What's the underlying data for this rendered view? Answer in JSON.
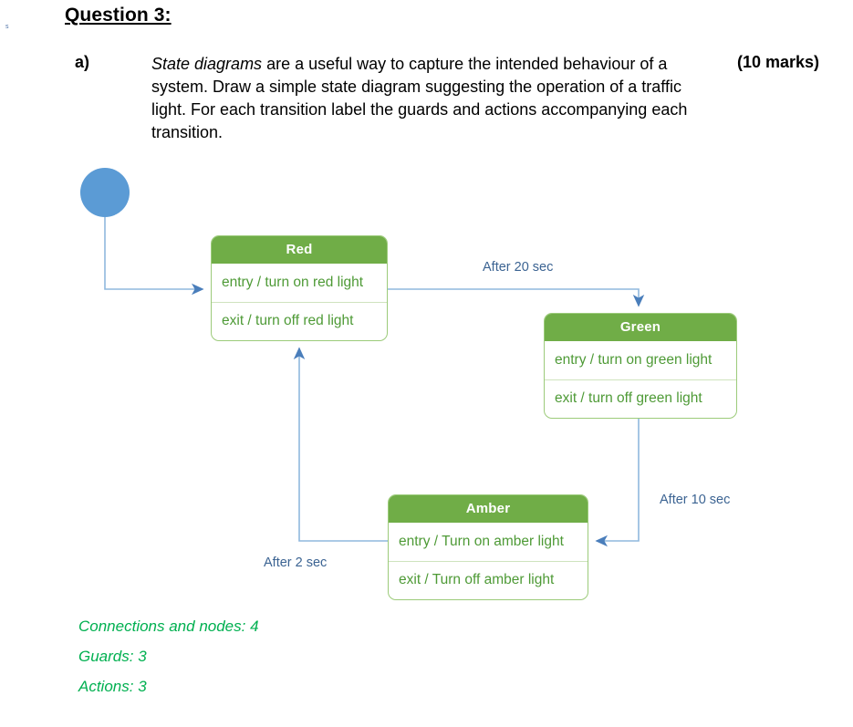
{
  "page": {
    "corner_mark": "s",
    "title": "Question 3:"
  },
  "question": {
    "label": "a)",
    "italic_lead": "State diagrams",
    "body_rest": " are a useful way to capture the intended behaviour of a system. Draw a simple state diagram suggesting the operation of a traffic light. For each transition label the guards and actions accompanying each transition.",
    "marks": "(10 marks)"
  },
  "diagram": {
    "type": "state-machine",
    "initial_node": {
      "name": "initial-state",
      "shape": "filled-circle",
      "color": "#5B9BD5"
    },
    "states": [
      {
        "id": "red",
        "title": "Red",
        "entry": "entry / turn on red light",
        "exit": "exit / turn off red light"
      },
      {
        "id": "green",
        "title": "Green",
        "entry": "entry / turn on green light",
        "exit": "exit / turn off green light"
      },
      {
        "id": "amber",
        "title": "Amber",
        "entry": "entry / Turn on amber light",
        "exit": "exit / Turn off amber light"
      }
    ],
    "transitions": [
      {
        "id": "t1",
        "from": "initial",
        "to": "red",
        "label": ""
      },
      {
        "id": "t2",
        "from": "red",
        "to": "green",
        "label": "After 20 sec"
      },
      {
        "id": "t3",
        "from": "green",
        "to": "amber",
        "label": "After 10 sec"
      },
      {
        "id": "t4",
        "from": "amber",
        "to": "red",
        "label": "After 2 sec"
      }
    ],
    "colors": {
      "state_header": "#70AD47",
      "state_border": "#9CCB7A",
      "state_text": "#4E9A36",
      "connector": "#8FB8DE",
      "arrowhead": "#4A7EBB",
      "label_text": "#3B6392",
      "initial_node": "#5B9BD5"
    }
  },
  "notes": [
    "Connections and nodes: 4",
    "Guards: 3",
    "Actions: 3"
  ]
}
